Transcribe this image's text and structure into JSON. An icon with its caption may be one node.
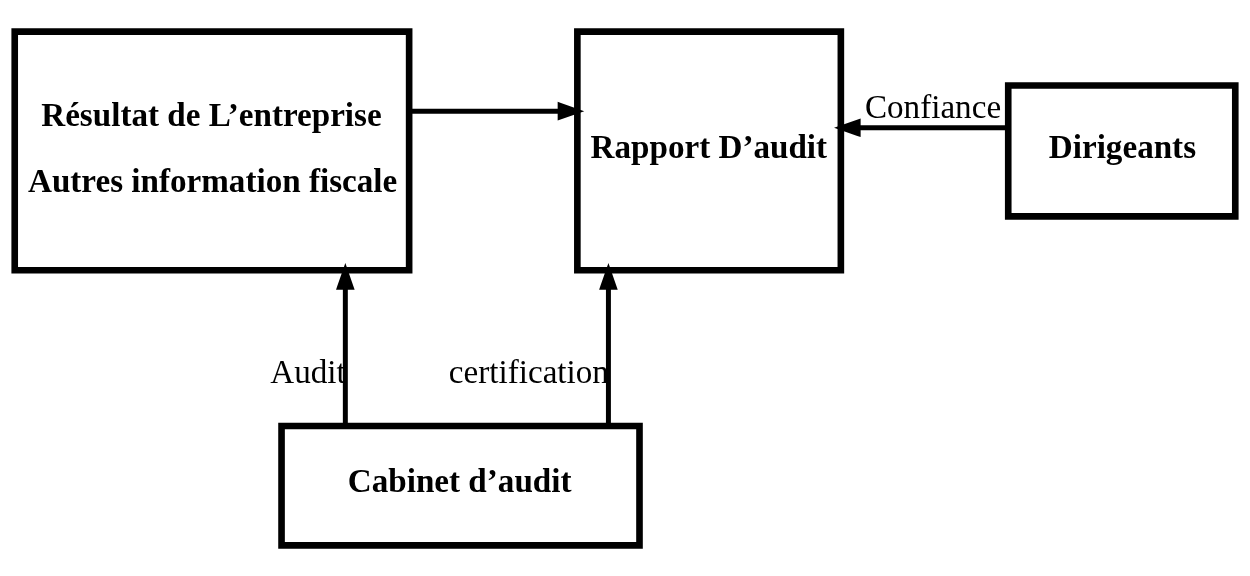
{
  "diagram": {
    "nodes": [
      {
        "text": [
          "Résultat de L’entreprise",
          "Autres information fiscale"
        ]
      },
      {
        "text": [
          "Rapport D’audit"
        ]
      },
      {
        "text": [
          "Dirigeants"
        ]
      },
      {
        "text": [
          "Cabinet d’audit"
        ]
      }
    ],
    "edges": [
      {
        "from": 0,
        "to": 1,
        "arrow": "to"
      },
      {
        "from": 2,
        "to": 1,
        "arrow": "to",
        "label": "Confiance"
      },
      {
        "from": 3,
        "to": 0,
        "arrow": "to",
        "label": "Audit"
      },
      {
        "from": 3,
        "to": 1,
        "arrow": "to",
        "label": "certification"
      }
    ]
  }
}
